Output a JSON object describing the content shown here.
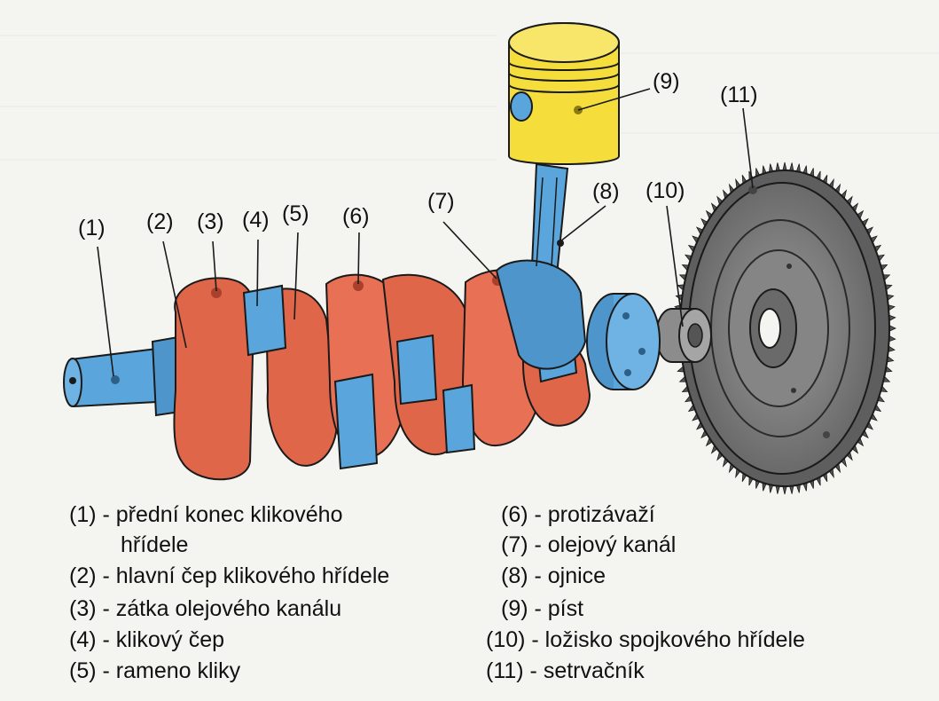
{
  "colors": {
    "background": "#f4f4f1",
    "shaft_blue": "#5aa6dc",
    "crank_red": "#e0664a",
    "piston_yellow": "#f5de3c",
    "flywheel_gray": "#7d7d7d",
    "outline": "#1a1a1a"
  },
  "callouts": {
    "c1": "(1)",
    "c2": "(2)",
    "c3": "(3)",
    "c4": "(4)",
    "c5": "(5)",
    "c6": "(6)",
    "c7": "(7)",
    "c8": "(8)",
    "c9": "(9)",
    "c10": "(10)",
    "c11": "(11)"
  },
  "legend": {
    "l1a": "(1) - přední konec klikového",
    "l1b": "hřídele",
    "l2": "(2) - hlavní čep klikového hřídele",
    "l3": "(3) - zátka olejového kanálu",
    "l4": "(4) - klikový čep",
    "l5": "(5) - rameno kliky",
    "l6": "(6) - protizávaží",
    "l7": "(7) - olejový kanál",
    "l8": "(8) - ojnice",
    "l9": "(9) - píst",
    "l10": "(10) - ložisko spojkového hřídele",
    "l11": "(11) - setrvačník"
  }
}
